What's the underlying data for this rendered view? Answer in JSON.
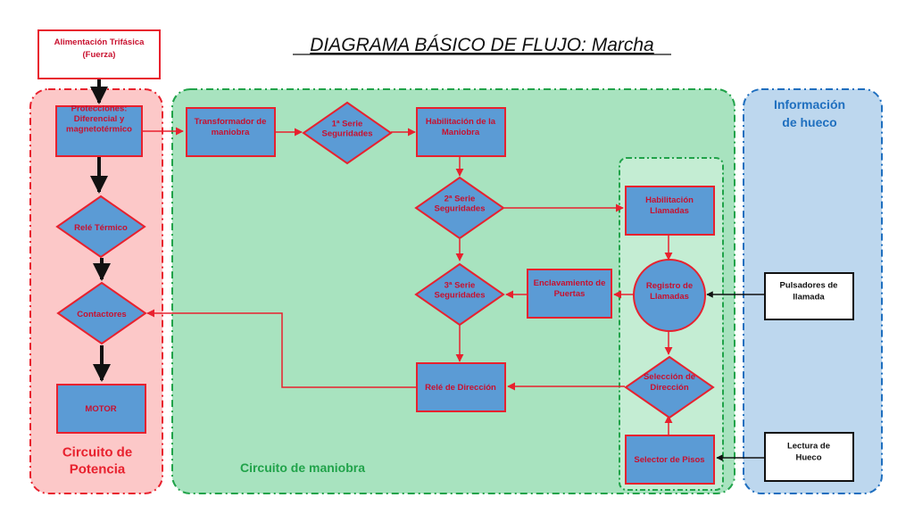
{
  "title": "DIAGRAMA BÁSICO DE FLUJO: Marcha",
  "colors": {
    "node_fill": "#5b9bd5",
    "node_stroke": "#e8212e",
    "node_text": "#c8102e",
    "region_red_fill": "#fcc8c8",
    "region_green_fill": "#a8e3bf",
    "region_green_inner_fill": "#c4edd3",
    "region_blue_fill": "#bdd7ee",
    "arrow_red": "#e8212e",
    "arrow_dark": "#111111"
  },
  "regions": {
    "potencia": [
      "Circuito de",
      "Potencia"
    ],
    "maniobra": [
      "Circuito de maniobra"
    ],
    "hueco": [
      "Información",
      "de hueco"
    ]
  },
  "nodes": {
    "alimentacion": [
      "Alimentación Trifásica",
      "(Fuerza)"
    ],
    "protecciones": [
      "Protecciones:",
      "Diferencial y",
      "magnetotérmico"
    ],
    "rele_termico": [
      "Relé Térmico"
    ],
    "contactores": [
      "Contactores"
    ],
    "motor": [
      "MOTOR"
    ],
    "transformador": [
      "Transformador de",
      "maniobra"
    ],
    "serie1": [
      "1ª Serie",
      "Seguridades"
    ],
    "habilitacion_maniobra": [
      "Habilitación de la",
      "Maniobra"
    ],
    "serie2": [
      "2ª Serie",
      "Seguridades"
    ],
    "serie3": [
      "3ª Serie",
      "Seguridades"
    ],
    "enclavamiento": [
      "Enclavamiento de",
      "Puertas"
    ],
    "rele_direccion": [
      "Relé de Dirección"
    ],
    "habilitacion_llamadas": [
      "Habilitación",
      "Llamadas"
    ],
    "registro_llamadas": [
      "Registro de",
      "Llamadas"
    ],
    "seleccion_direccion": [
      "Selección de",
      "Dirección"
    ],
    "selector_pisos": [
      "Selector de Pisos"
    ],
    "pulsadores": [
      "Pulsadores de",
      "llamada"
    ],
    "lectura_hueco": [
      "Lectura de",
      "Hueco"
    ]
  }
}
